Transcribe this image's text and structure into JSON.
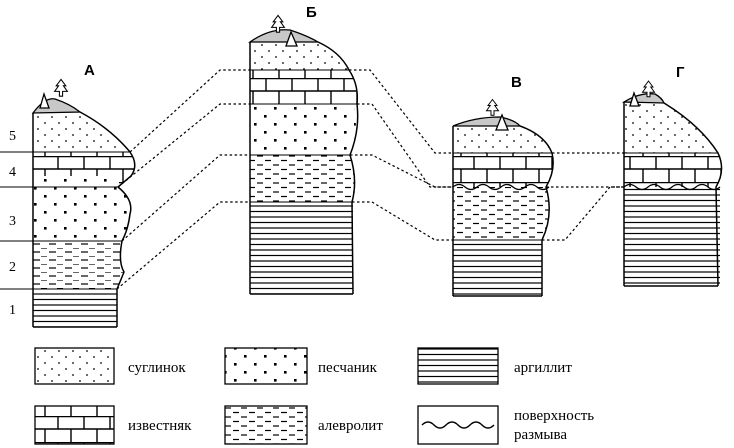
{
  "columns": [
    {
      "id": "A",
      "label": "А"
    },
    {
      "id": "B",
      "label": "Б"
    },
    {
      "id": "V",
      "label": "В"
    },
    {
      "id": "G",
      "label": "Г"
    }
  ],
  "layer_numbers": [
    "5",
    "4",
    "3",
    "2",
    "1"
  ],
  "legend": {
    "loam": "суглинок",
    "sandstone": "песчаник",
    "argillite": "аргиллит",
    "limestone": "известняк",
    "siltstone": "алевролит",
    "erosion_line1": "поверхность",
    "erosion_line2": "размыва"
  }
}
